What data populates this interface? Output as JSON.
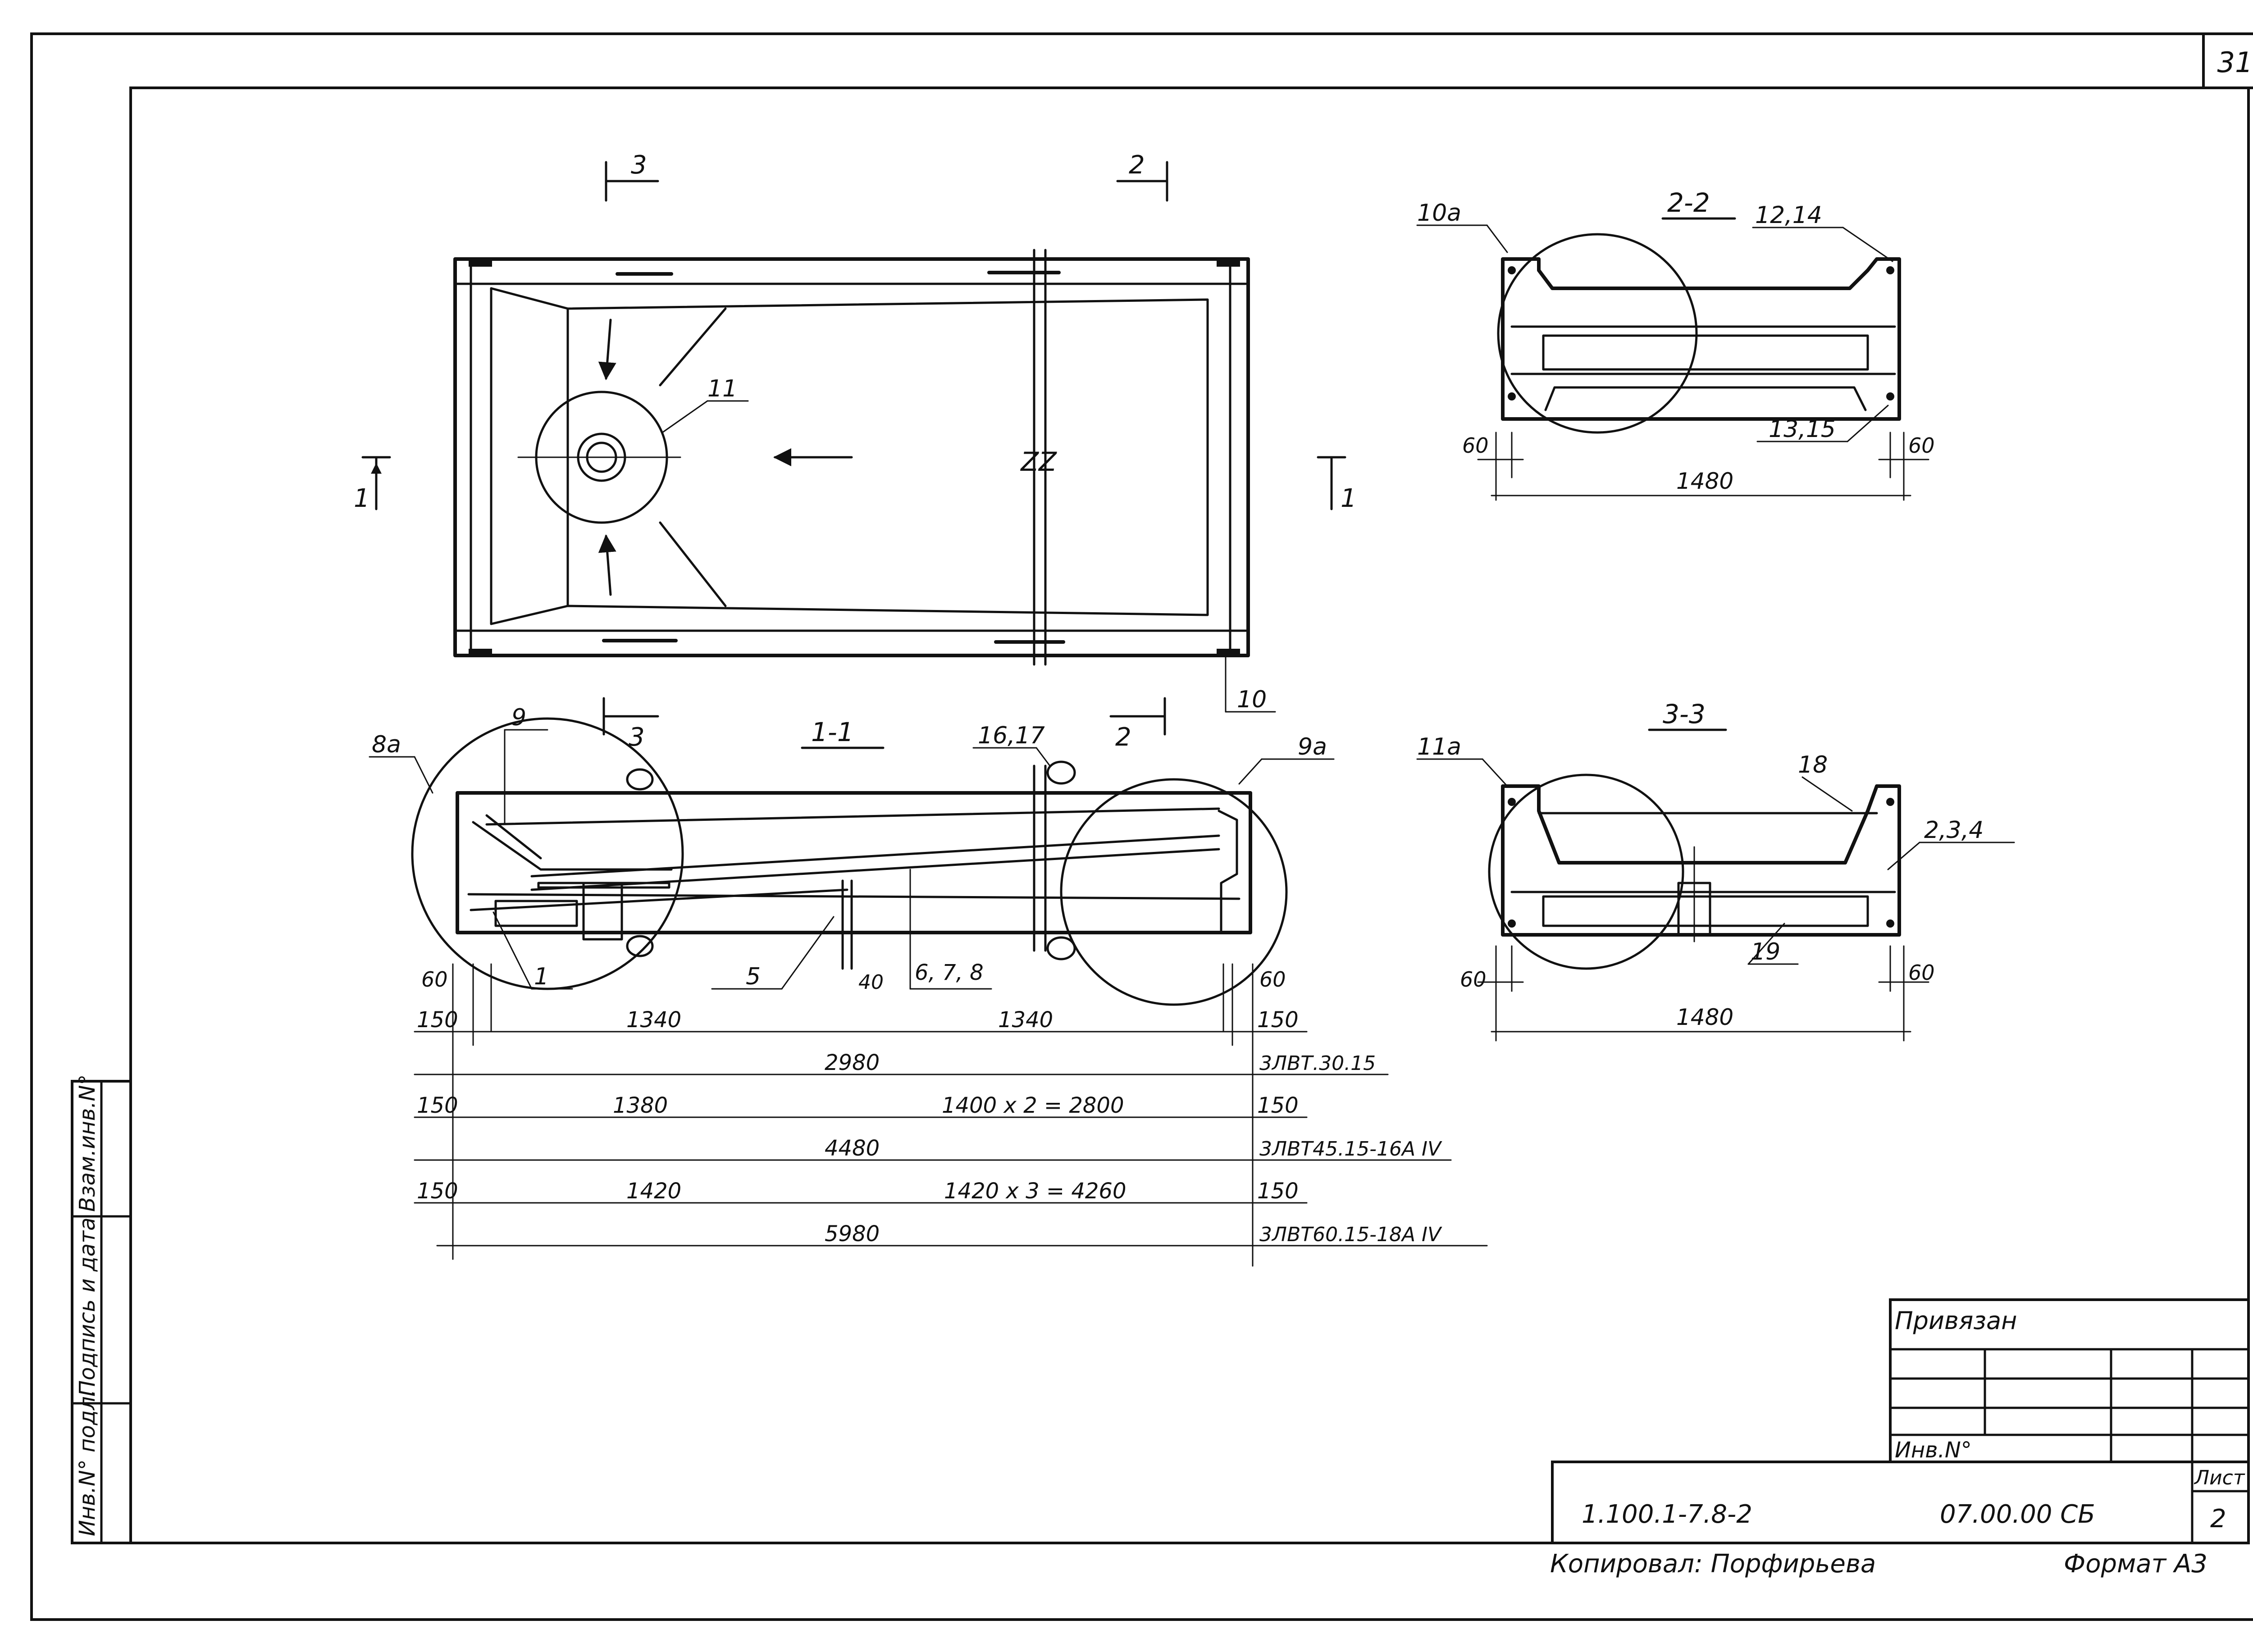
{
  "sheet_corner_number": "31",
  "plan_view": {
    "section_mark_left": "1",
    "section_mark_right": "1",
    "section_mark_top_left": "3",
    "section_mark_top_right": "2",
    "section_mark_bottom_left": "3",
    "section_mark_bottom_right": "2",
    "callout_drain": "11",
    "callout_corner": "10",
    "break_mark": "ZZ"
  },
  "section_1_1": {
    "title": "1-1",
    "callout_9": "9",
    "callout_8a": "8a",
    "callout_1617": "16,17",
    "callout_9a": "9a",
    "callout_1": "1",
    "callout_5": "5",
    "callout_678": "6, 7, 8",
    "dim_40": "40",
    "dim_60_left": "60",
    "dim_60_right": "60"
  },
  "dimension_rows": [
    {
      "left": "150",
      "mid1": "1340",
      "mid2": "1340",
      "right": "150",
      "total": "2980",
      "mark": "3ЛВТ.30.15"
    },
    {
      "left": "150",
      "mid1": "1380",
      "mid2": "1400 x 2 = 2800",
      "right": "150",
      "total": "4480",
      "mark": "3ЛВТ45.15-16А IV"
    },
    {
      "left": "150",
      "mid1": "1420",
      "mid2": "1420 x 3 = 4260",
      "right": "150",
      "total": "5980",
      "mark": "3ЛВТ60.15-18А IV"
    }
  ],
  "section_2_2": {
    "title": "2-2",
    "callout_10a": "10a",
    "callout_1214": "12,14",
    "callout_1315": "13,15",
    "dim_60_left": "60",
    "dim_60_right": "60",
    "dim_width": "1480"
  },
  "section_3_3": {
    "title": "3-3",
    "callout_11a": "11a",
    "callout_18": "18",
    "callout_234": "2,3,4",
    "callout_19": "19",
    "dim_60_left": "60",
    "dim_60_right": "60",
    "dim_width": "1480"
  },
  "left_strip": {
    "inv_podl": "Инв.N° подл.",
    "podpis": "Подпись и дата",
    "vzam": "Взам.инв.N°"
  },
  "title_block": {
    "privyazan": "Привязан",
    "inv_no": "Инв.N°",
    "designation": "1.100.1-7.8-2",
    "code": "07.00.00 СБ",
    "list_label": "Лист",
    "list_value": "2"
  },
  "footer": {
    "copied": "Копировал: Порфирьева",
    "format": "Формат А3"
  }
}
